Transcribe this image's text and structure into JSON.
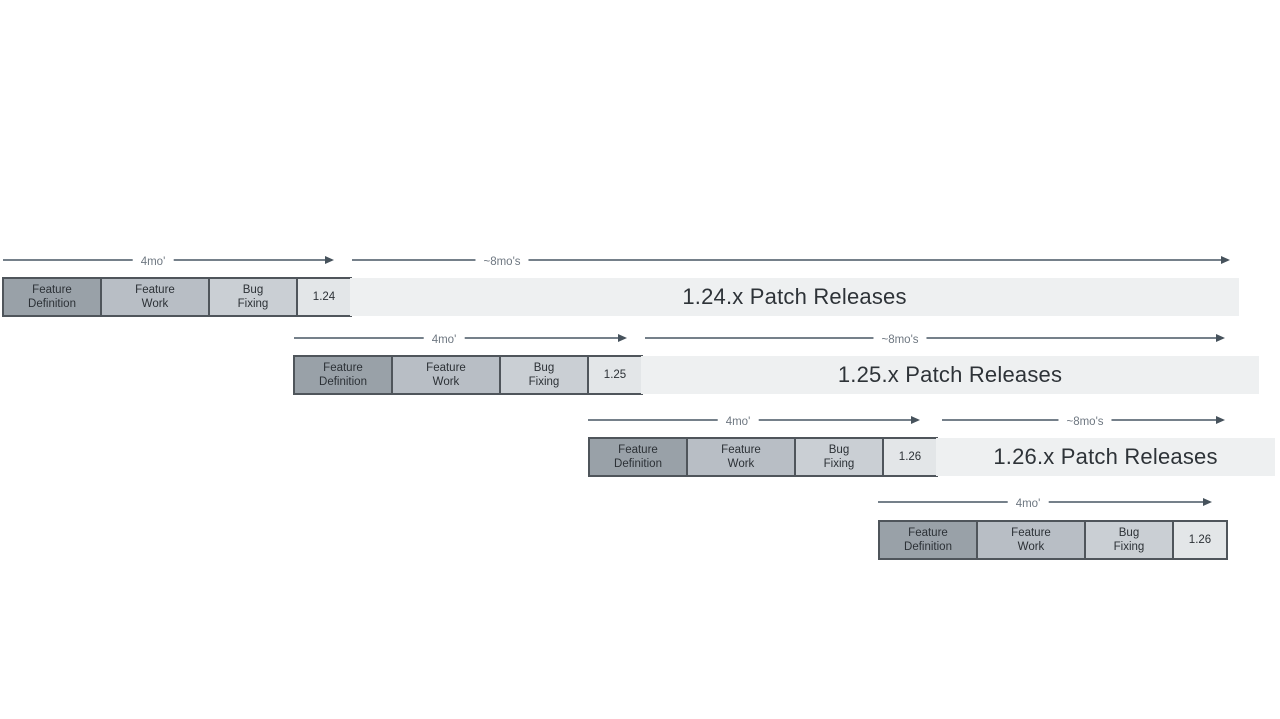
{
  "colors": {
    "feature_definition_bg": "#99a1a8",
    "feature_work_bg": "#b8bec5",
    "bug_fixing_bg": "#cacfd4",
    "version_box_bg": "#e3e6e8",
    "patch_bar_bg": "#eef0f1",
    "box_border": "#4f555b",
    "arrow_line": "#75808a",
    "arrow_head": "#46525c",
    "duration_label_text": "#6e7781",
    "box_text": "#2c3136",
    "patch_text": "#2e3338",
    "background": "#ffffff"
  },
  "rows": [
    {
      "version": "1.24",
      "phases": [
        "Feature\nDefinition",
        "Feature\nWork",
        "Bug\nFixing"
      ],
      "cycle_duration": "4mo'",
      "patch_duration": "~8mo's",
      "patch_releases": "1.24.x Patch Releases"
    },
    {
      "version": "1.25",
      "phases": [
        "Feature\nDefinition",
        "Feature\nWork",
        "Bug\nFixing"
      ],
      "cycle_duration": "4mo'",
      "patch_duration": "~8mo's",
      "patch_releases": "1.25.x Patch Releases"
    },
    {
      "version": "1.26",
      "phases": [
        "Feature\nDefinition",
        "Feature\nWork",
        "Bug\nFixing"
      ],
      "cycle_duration": "4mo'",
      "patch_duration": "~8mo's",
      "patch_releases": "1.26.x Patch Releases"
    },
    {
      "version": "1.26",
      "phases": [
        "Feature\nDefinition",
        "Feature\nWork",
        "Bug\nFixing"
      ],
      "cycle_duration": "4mo'"
    }
  ]
}
